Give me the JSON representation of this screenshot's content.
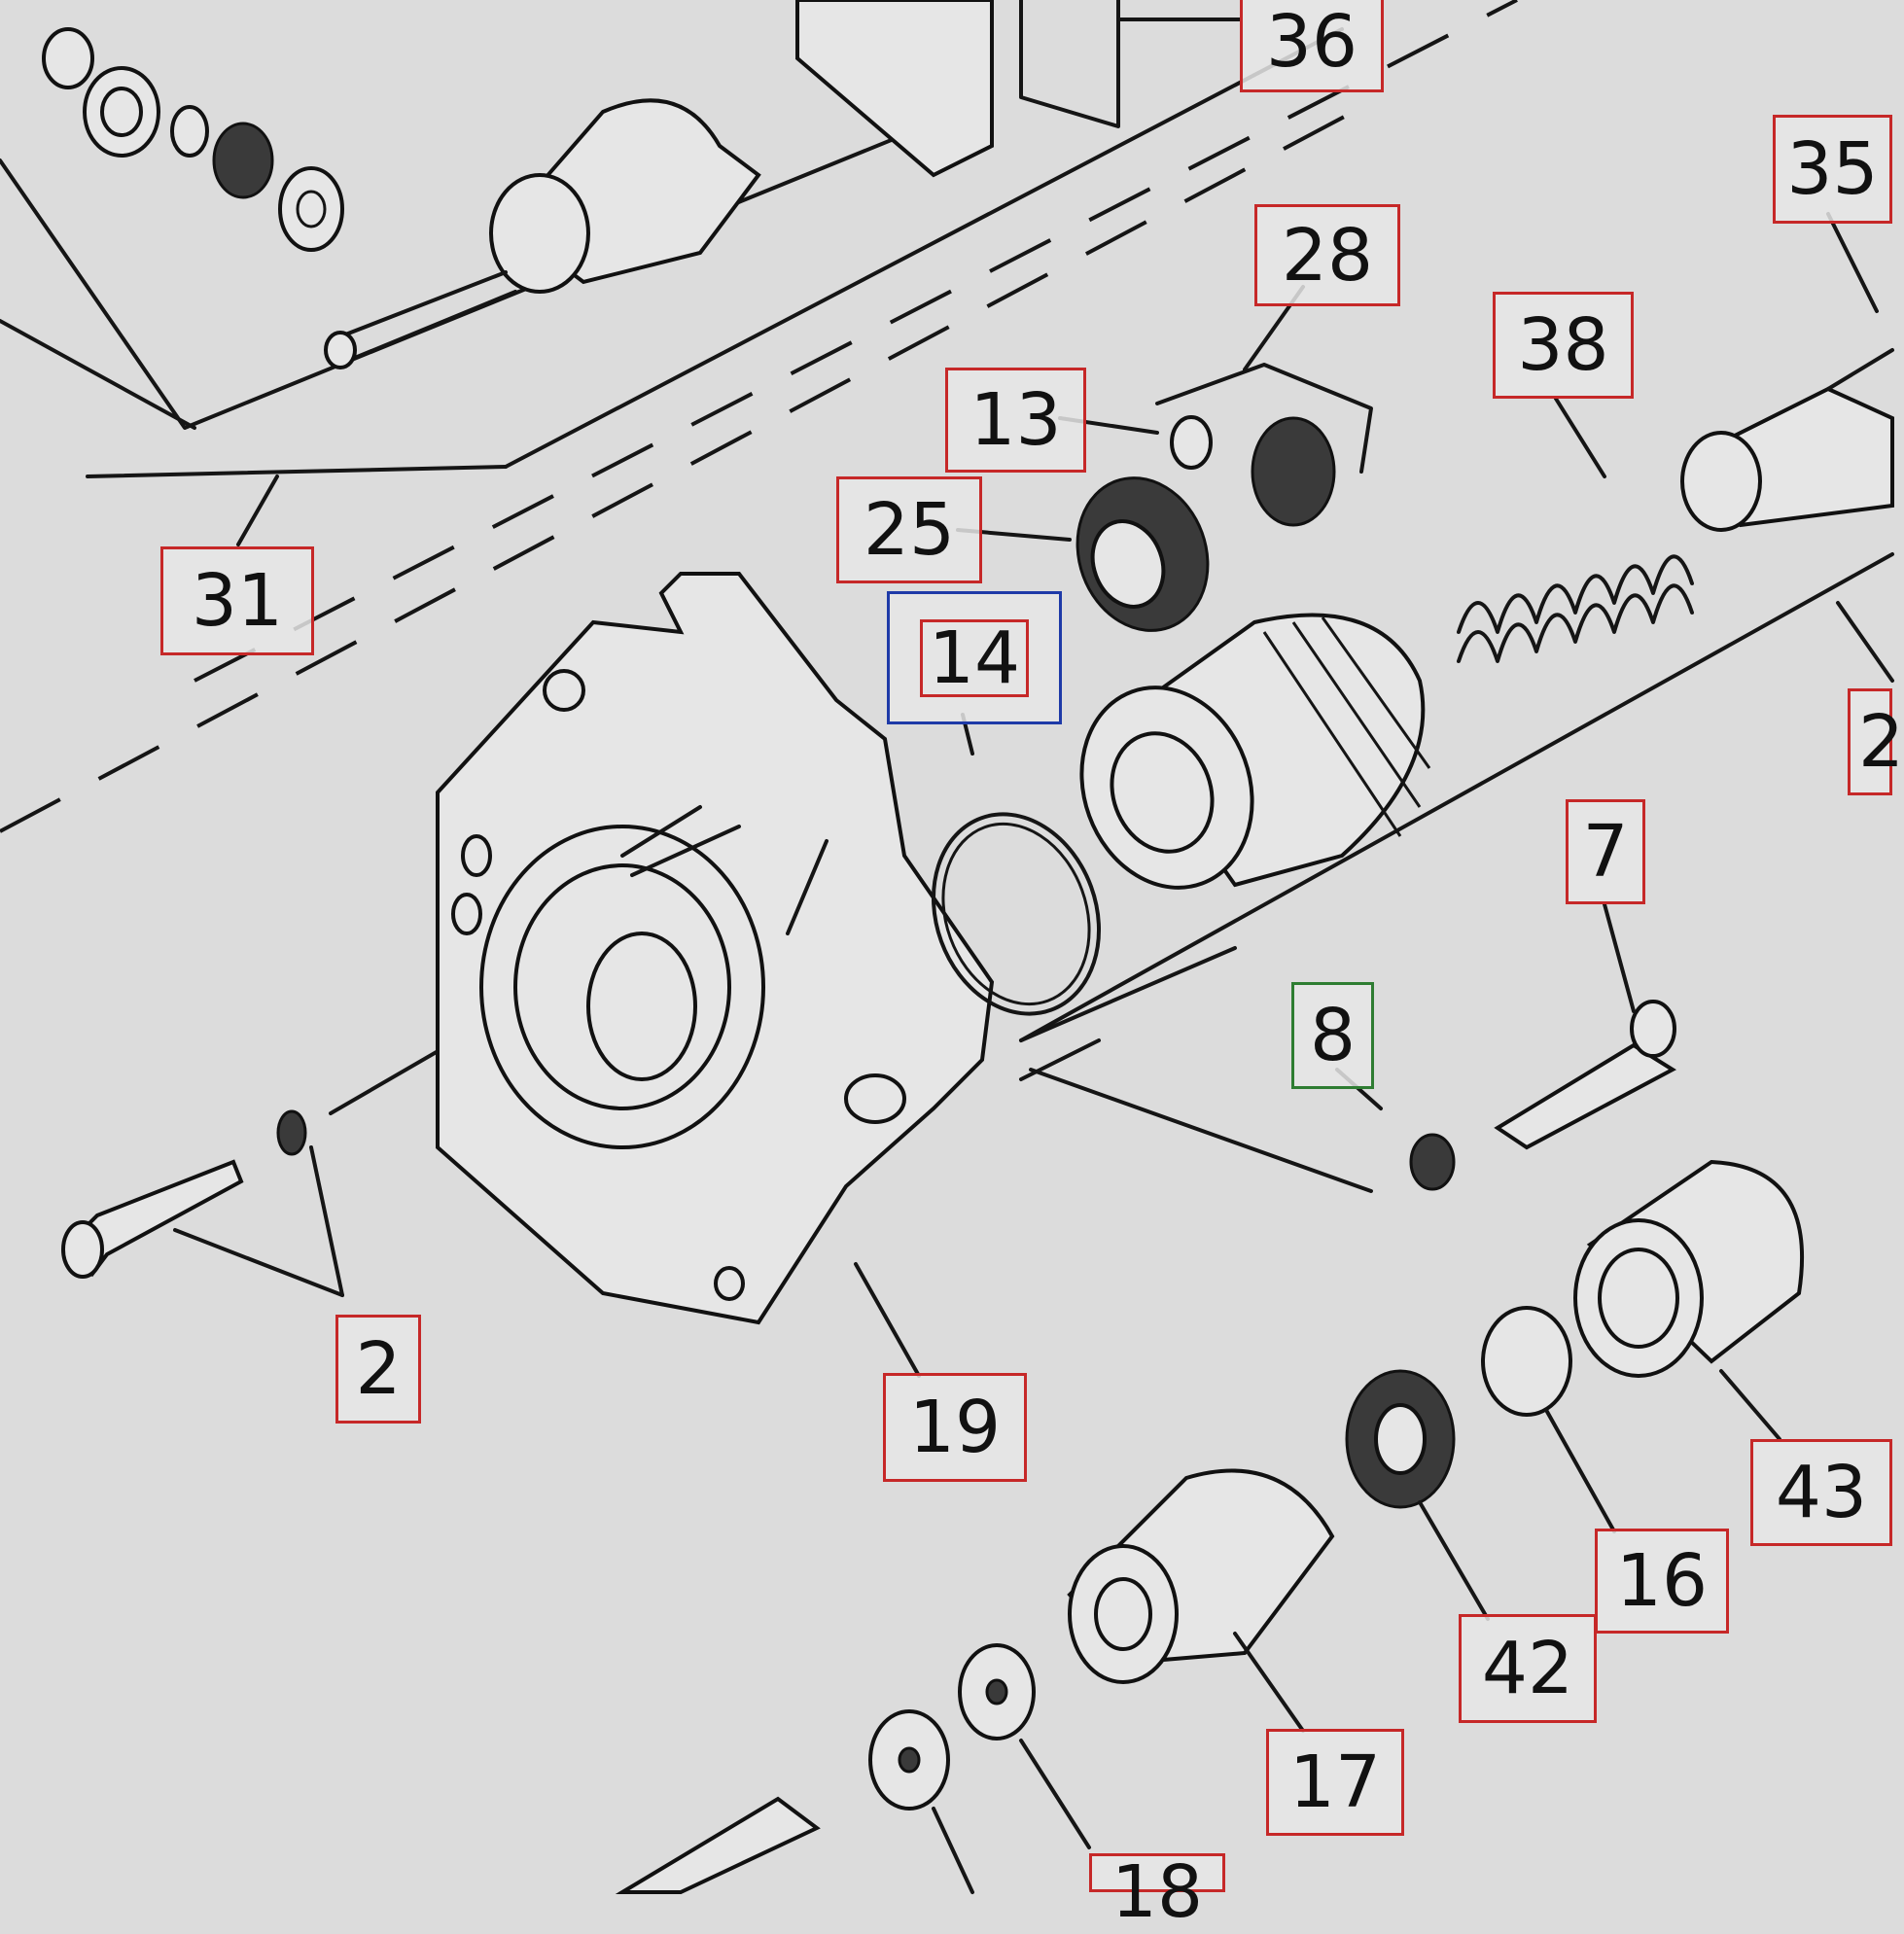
{
  "diagram": {
    "colors": {
      "background": "#dcdcdc",
      "callout_border_default": "#c62828",
      "callout_border_selected": "#1e3aa8",
      "callout_border_hover": "#2e7d32",
      "linework": "#151515"
    },
    "callouts": [
      {
        "id": "36",
        "label": "36"
      },
      {
        "id": "35",
        "label": "35"
      },
      {
        "id": "28",
        "label": "28"
      },
      {
        "id": "38",
        "label": "38"
      },
      {
        "id": "13",
        "label": "13"
      },
      {
        "id": "25",
        "label": "25"
      },
      {
        "id": "14",
        "label": "14",
        "state": "selected"
      },
      {
        "id": "31",
        "label": "31"
      },
      {
        "id": "7",
        "label": "7"
      },
      {
        "id": "8",
        "label": "8",
        "state": "hover"
      },
      {
        "id": "2",
        "label": "2"
      },
      {
        "id": "19",
        "label": "19"
      },
      {
        "id": "43",
        "label": "43"
      },
      {
        "id": "16",
        "label": "16"
      },
      {
        "id": "42",
        "label": "42"
      },
      {
        "id": "17",
        "label": "17"
      },
      {
        "id": "18_partial",
        "label": "18"
      },
      {
        "id": "2x_partial",
        "label": "2"
      }
    ]
  }
}
